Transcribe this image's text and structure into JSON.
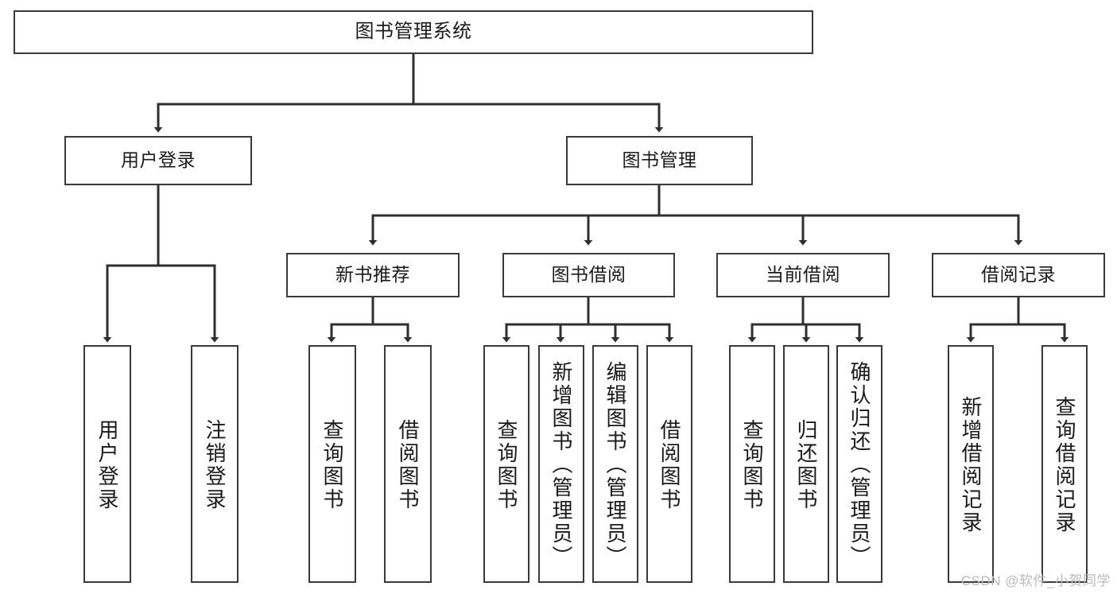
{
  "diagram": {
    "title": "图书管理系统",
    "type": "tree",
    "watermark": "CSDN @软件_小贺同学",
    "levels": {
      "root": {
        "label": "图书管理系统"
      },
      "level2": [
        {
          "label": "用户登录"
        },
        {
          "label": "图书管理"
        }
      ],
      "level3": [
        {
          "label": "新书推荐"
        },
        {
          "label": "图书借阅"
        },
        {
          "label": "当前借阅"
        },
        {
          "label": "借阅记录"
        }
      ],
      "leaves": [
        {
          "label": "用户登录",
          "parent": "用户登录"
        },
        {
          "label": "注销登录",
          "parent": "用户登录"
        },
        {
          "label": "查询图书",
          "parent": "新书推荐"
        },
        {
          "label": "借阅图书",
          "parent": "新书推荐"
        },
        {
          "label": "查询图书",
          "parent": "图书借阅"
        },
        {
          "label": "新增图书（管理员）",
          "parent": "图书借阅"
        },
        {
          "label": "编辑图书（管理员）",
          "parent": "图书借阅"
        },
        {
          "label": "借阅图书",
          "parent": "图书借阅"
        },
        {
          "label": "查询图书",
          "parent": "当前借阅"
        },
        {
          "label": "归还图书",
          "parent": "当前借阅"
        },
        {
          "label": "确认归还（管理员）",
          "parent": "当前借阅"
        },
        {
          "label": "新增借阅记录",
          "parent": "借阅记录"
        },
        {
          "label": "查询借阅记录",
          "parent": "借阅记录"
        }
      ]
    },
    "colors": {
      "stroke": "#3a3a3a",
      "background": "#ffffff",
      "text": "#1a1a1a",
      "watermark": "#b9b9b9"
    }
  }
}
